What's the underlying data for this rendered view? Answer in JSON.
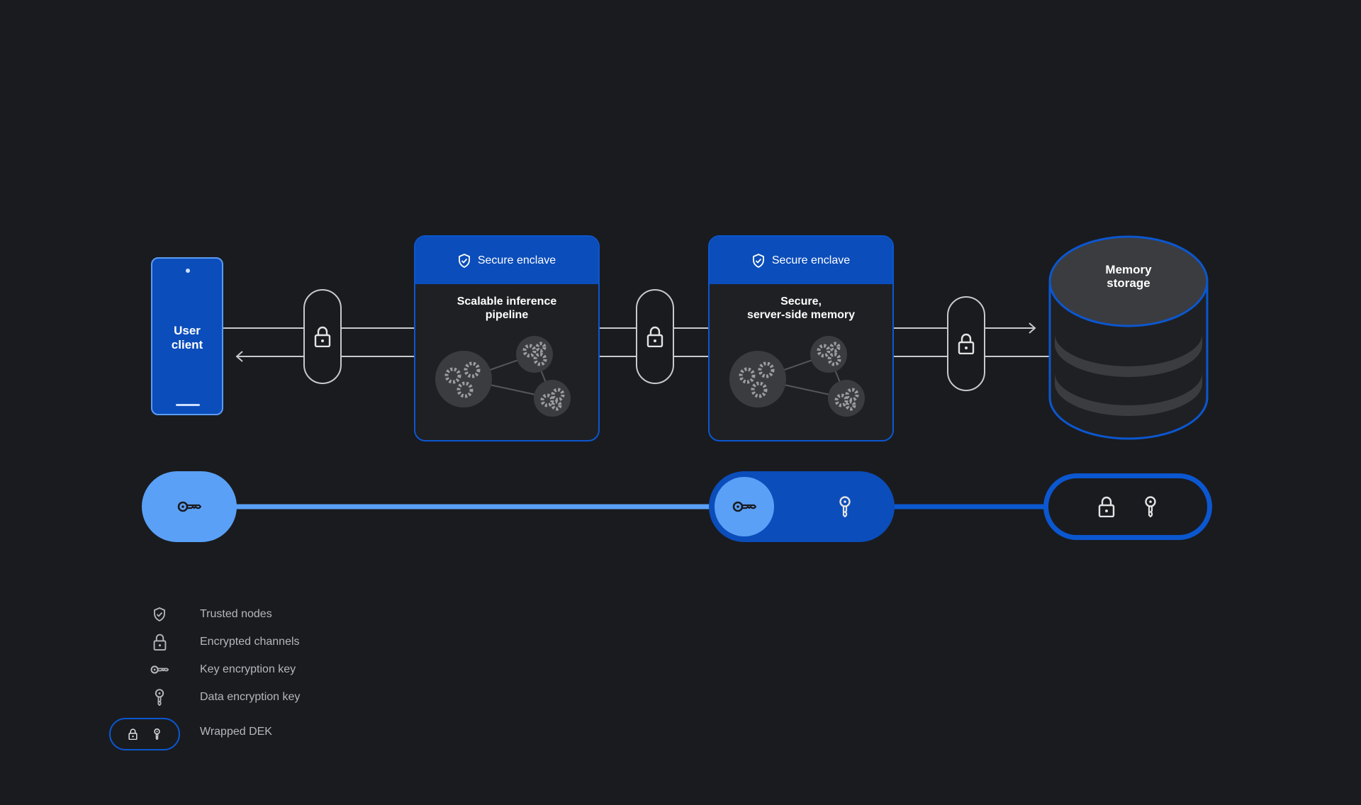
{
  "user_client": {
    "label": "User\nclient"
  },
  "enclaves": [
    {
      "header": "Secure enclave",
      "title": "Scalable inference\npipeline"
    },
    {
      "header": "Secure enclave",
      "title": "Secure,\nserver-side memory"
    }
  ],
  "memory_storage": {
    "label": "Memory\nstorage"
  },
  "legend": {
    "trusted_nodes": "Trusted nodes",
    "encrypted_channels": "Encrypted channels",
    "key_encryption_key": "Key encryption key",
    "data_encryption_key": "Data encryption key",
    "wrapped_dek": "Wrapped DEK"
  },
  "colors": {
    "background": "#1a1b1f",
    "brand_blue": "#0b4dba",
    "accent_blue": "#5aa0f7",
    "outline": "#c7c9cc"
  },
  "icons": [
    "shield-check-icon",
    "lock-icon",
    "key-icon",
    "keyhole-key-icon",
    "gears-icon"
  ]
}
